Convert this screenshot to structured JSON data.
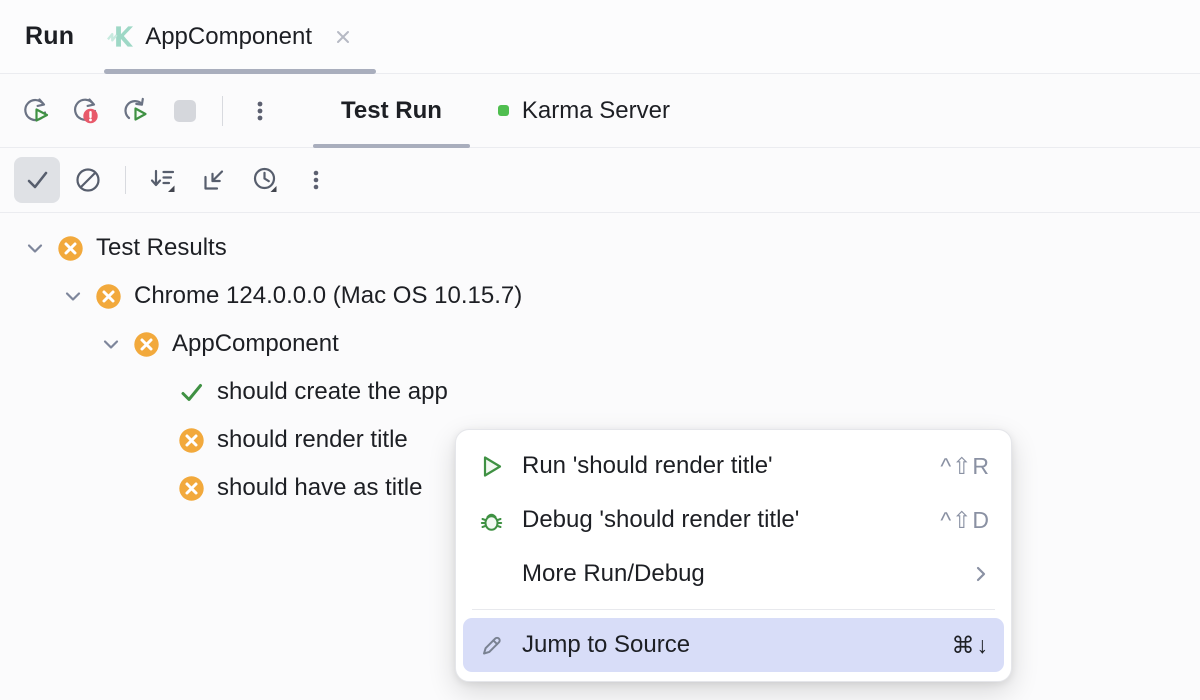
{
  "window_title": "Run",
  "header": {
    "tab": {
      "label": "AppComponent",
      "icon": "karma-logo",
      "close_icon": "close-x"
    }
  },
  "run_toolbar": {
    "icons": [
      "rerun-tests",
      "rerun-failed-tests",
      "toggle-auto-test",
      "stop",
      "more-options"
    ]
  },
  "view_tabs": [
    {
      "label": "Test Run",
      "selected": true
    },
    {
      "label": "Karma Server",
      "status_dot_color": "#4FBE4F"
    }
  ],
  "test_toolbar": {
    "icons": [
      "show-passed",
      "show-ignored",
      "sort-by-duration",
      "navigate-to-test",
      "test-history",
      "more-options"
    ],
    "selected": "show-passed"
  },
  "tree": {
    "rows": [
      {
        "label": "Test Results",
        "status": "error",
        "level": 0,
        "expanded": true
      },
      {
        "label": "Chrome 124.0.0.0 (Mac OS 10.15.7)",
        "status": "error",
        "level": 1,
        "expanded": true
      },
      {
        "label": "AppComponent",
        "status": "error",
        "level": 2,
        "expanded": true
      },
      {
        "label": "should create the app",
        "status": "passed",
        "level": 3
      },
      {
        "label": "should render title",
        "status": "error",
        "level": 3,
        "selected": true
      },
      {
        "label": "should have as title",
        "status": "error",
        "level": 3
      }
    ]
  },
  "context_menu": {
    "items": [
      {
        "label": "Run 'should render title'",
        "icon": "run",
        "shortcut": "^⇧R"
      },
      {
        "label": "Debug 'should render title'",
        "icon": "debug",
        "shortcut": "^⇧D"
      },
      {
        "label": "More Run/Debug",
        "submenu": true,
        "shortcut": ""
      },
      {
        "label": "Jump to Source",
        "icon": "edit-pencil",
        "shortcut": "⌘↓",
        "highlighted": true
      }
    ]
  },
  "colors": {
    "failed_badge": "#F2A93C",
    "passed_check": "#3F9143",
    "run_green": "#3F9143",
    "stop_disabled": "#D5D7DC",
    "error_red": "#E8596A",
    "selection_gray": "#DFE1E5",
    "menu_highlight": "#D8DDF8",
    "tab_underline": "#A9AEBD",
    "karma_mint": "#9ED8C6",
    "server_dot": "#4FBE4F",
    "divider": "#EBECF0"
  }
}
